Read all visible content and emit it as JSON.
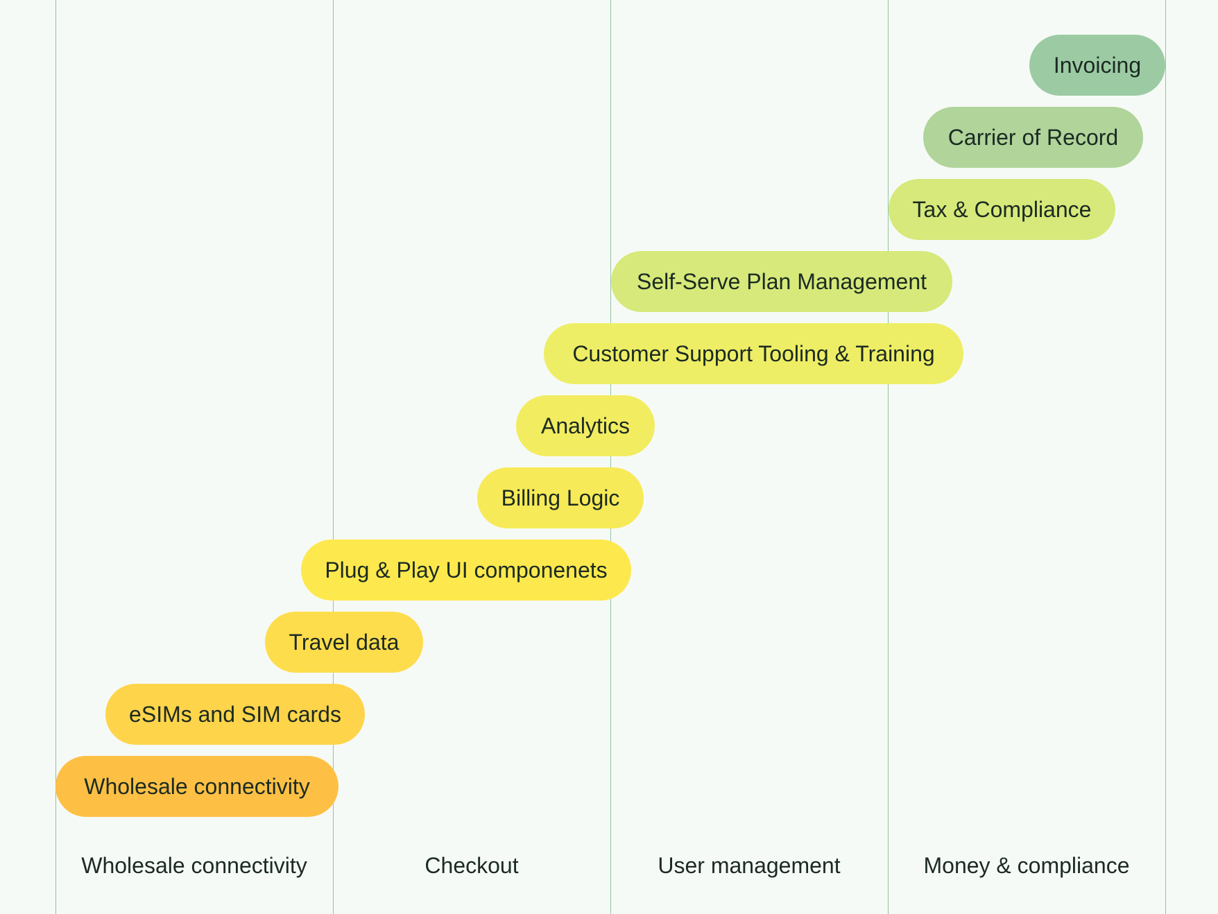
{
  "columns": [
    {
      "label": "Wholesale connectivity"
    },
    {
      "label": "Checkout"
    },
    {
      "label": "User management"
    },
    {
      "label": "Money & compliance"
    }
  ],
  "pills": [
    {
      "label": "Invoicing",
      "color": "#9ccba3"
    },
    {
      "label": "Carrier of Record",
      "color": "#b0d49a"
    },
    {
      "label": "Tax & Compliance",
      "color": "#d6e97a"
    },
    {
      "label": "Self-Serve Plan Management",
      "color": "#d6e97a"
    },
    {
      "label": "Customer Support Tooling & Training",
      "color": "#eeee66"
    },
    {
      "label": "Analytics",
      "color": "#f2ec60"
    },
    {
      "label": "Billing Logic",
      "color": "#f7ea58"
    },
    {
      "label": "Plug & Play UI componenets",
      "color": "#fde94e"
    },
    {
      "label": "Travel data",
      "color": "#fedd4c"
    },
    {
      "label": "eSIMs and SIM cards",
      "color": "#fed44a"
    },
    {
      "label": "Wholesale connectivity",
      "color": "#fec044"
    }
  ]
}
